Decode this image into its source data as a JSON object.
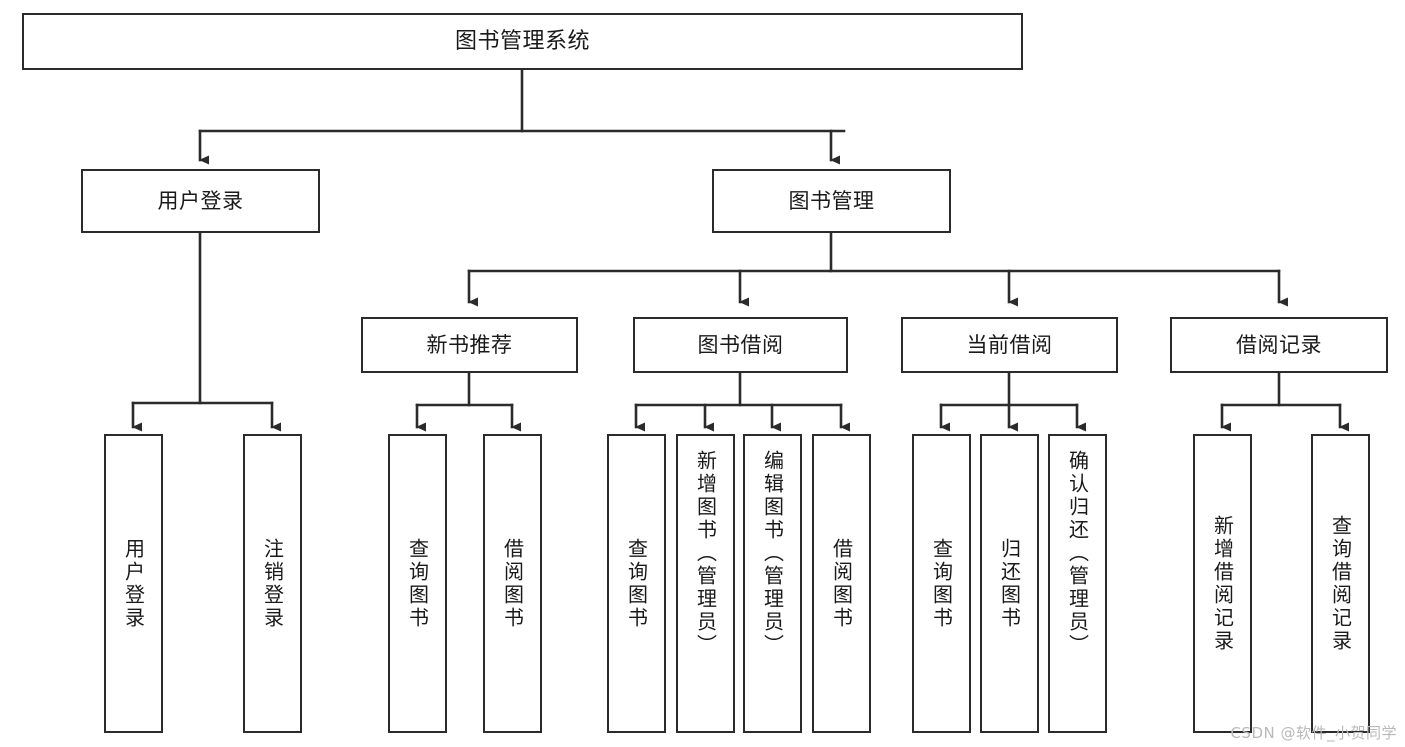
{
  "diagram": {
    "title": "图书管理系统",
    "type": "tree-hierarchy",
    "watermark": "CSDN @软件_小贺同学",
    "colors": {
      "box_border": "#2b2b2b",
      "box_fill": "#ffffff",
      "edge": "#2b2b2b",
      "text": "#1a1a1a",
      "watermark": "#b9b9b9",
      "background": "#ffffff"
    }
  },
  "nodes": {
    "root": {
      "id": "root",
      "label": "图书管理系统",
      "orientation": "horizontal",
      "level": 0
    },
    "l1": [
      {
        "id": "user-login",
        "label": "用户登录",
        "orientation": "horizontal",
        "level": 1
      },
      {
        "id": "book-manage",
        "label": "图书管理",
        "orientation": "horizontal",
        "level": 1
      }
    ],
    "l2": [
      {
        "id": "new-book-rec",
        "label": "新书推荐",
        "orientation": "horizontal",
        "level": 2,
        "parent": "book-manage"
      },
      {
        "id": "book-borrow",
        "label": "图书借阅",
        "orientation": "horizontal",
        "level": 2,
        "parent": "book-manage"
      },
      {
        "id": "current-borrow",
        "label": "当前借阅",
        "orientation": "horizontal",
        "level": 2,
        "parent": "book-manage"
      },
      {
        "id": "borrow-record",
        "label": "借阅记录",
        "orientation": "horizontal",
        "level": 2,
        "parent": "book-manage"
      }
    ],
    "leaves": [
      {
        "id": "leaf-user-login",
        "label": "用户登录",
        "orientation": "vertical",
        "parent": "user-login"
      },
      {
        "id": "leaf-user-logout",
        "label": "注销登录",
        "orientation": "vertical",
        "parent": "user-login"
      },
      {
        "id": "leaf-rec-query-book",
        "label": "查询图书",
        "orientation": "vertical",
        "parent": "new-book-rec"
      },
      {
        "id": "leaf-rec-borrow-book",
        "label": "借阅图书",
        "orientation": "vertical",
        "parent": "new-book-rec"
      },
      {
        "id": "leaf-borrow-query-book",
        "label": "查询图书",
        "orientation": "vertical",
        "parent": "book-borrow"
      },
      {
        "id": "leaf-borrow-add-book",
        "label": "新增图书（管理员）",
        "orientation": "vertical",
        "parent": "book-borrow"
      },
      {
        "id": "leaf-borrow-edit-book",
        "label": "编辑图书（管理员）",
        "orientation": "vertical",
        "parent": "book-borrow"
      },
      {
        "id": "leaf-borrow-borrow-book",
        "label": "借阅图书",
        "orientation": "vertical",
        "parent": "book-borrow"
      },
      {
        "id": "leaf-current-query-book",
        "label": "查询图书",
        "orientation": "vertical",
        "parent": "current-borrow"
      },
      {
        "id": "leaf-current-return-book",
        "label": "归还图书",
        "orientation": "vertical",
        "parent": "current-borrow"
      },
      {
        "id": "leaf-current-confirm-return",
        "label": "确认归还（管理员）",
        "orientation": "vertical",
        "parent": "current-borrow"
      },
      {
        "id": "leaf-record-add",
        "label": "新增借阅记录",
        "orientation": "vertical",
        "parent": "borrow-record"
      },
      {
        "id": "leaf-record-query",
        "label": "查询借阅记录",
        "orientation": "vertical",
        "parent": "borrow-record"
      }
    ]
  }
}
